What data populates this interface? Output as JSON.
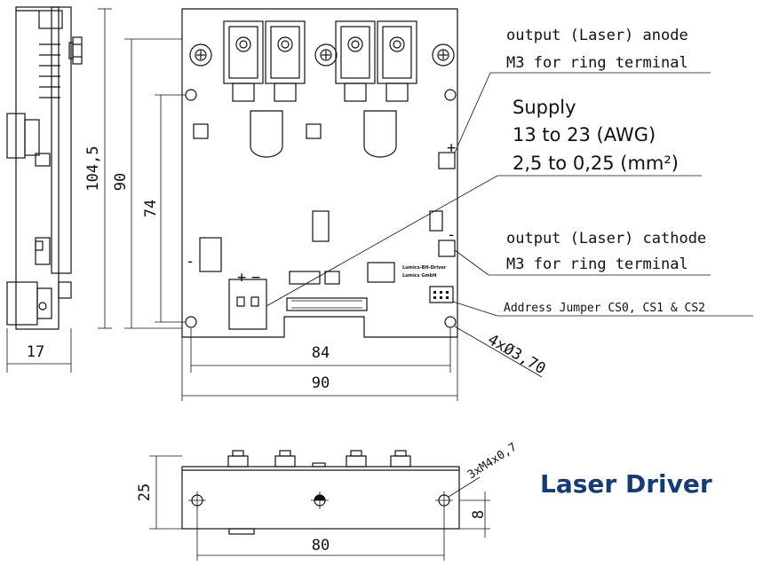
{
  "notes": {
    "anode_line1": "output (Laser) anode",
    "anode_line2": "M3 for ring terminal",
    "supply_line1": "Supply",
    "supply_line2": "13 to 23 (AWG)",
    "supply_line3": "2,5 to 0,25 (mm²)",
    "cathode_line1": "output (Laser) cathode",
    "cathode_line2": "M3 for ring terminal",
    "jumper": "Address Jumper CS0, CS1 & CS2"
  },
  "dimensions": {
    "side_height": "104,5",
    "board_height": "90",
    "hole_spacing_v": "74",
    "side_thickness": "17",
    "hole_spacing_h": "84",
    "board_width": "90",
    "hole_diameter": "4xØ3,70",
    "bottom_height": "25",
    "bottom_width": "80",
    "thread": "3xM4x0,7",
    "thread_height": "8"
  },
  "board_marks": {
    "plus": "+",
    "minus": "-",
    "terminal_plus": "+",
    "terminal_minus": "−",
    "left_minus": "-",
    "silk_line1": "Lumics-BH-Driver",
    "silk_line2": "Lumics GmbH"
  },
  "title": "Laser Driver",
  "colors": {
    "title": "#163a73",
    "line": "#111111"
  }
}
